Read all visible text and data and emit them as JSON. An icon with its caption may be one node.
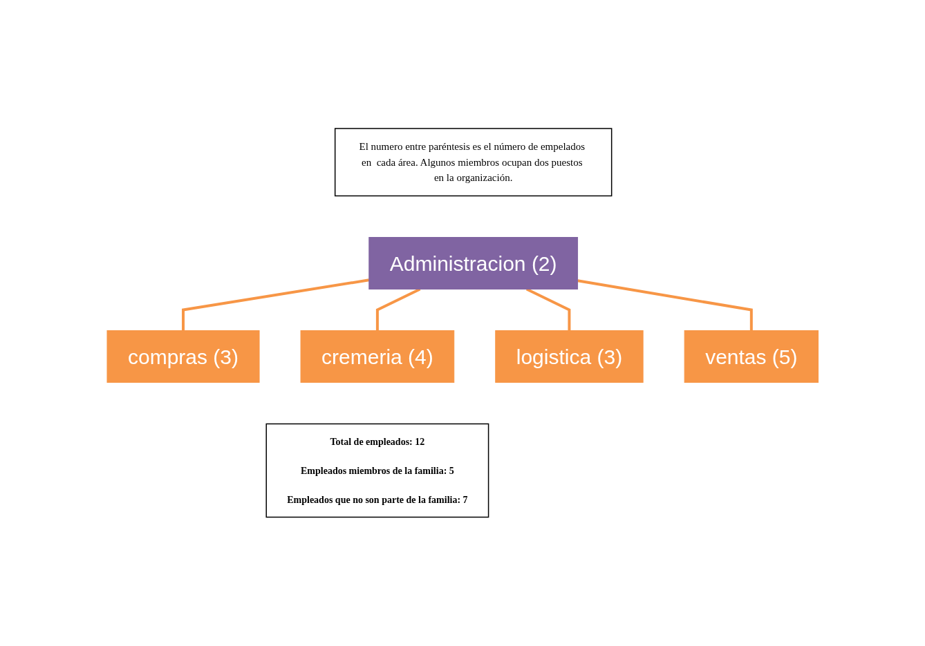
{
  "diagram": {
    "nodes": [
      {
        "text": [
          "El numero entre paréntesis es el número de empelados en  cada área. Algunos miembros ocupan dos puestos en la organización."
        ]
      },
      {
        "text": [
          "Administracion (2)"
        ]
      },
      {
        "text": [
          "compras (3)"
        ]
      },
      {
        "text": [
          "cremeria (4)"
        ]
      },
      {
        "text": [
          "logistica (3)"
        ]
      },
      {
        "text": [
          "ventas (5)"
        ]
      },
      {
        "text": [
          "Total de empleados: 12",
          "Empleados  miembros de la familia: 5",
          "Empleados  que no son parte de la  familia: 7"
        ]
      }
    ],
    "edges": [
      {
        "from": 1,
        "to": 2,
        "arrow": "none"
      },
      {
        "from": 1,
        "to": 3,
        "arrow": "none"
      },
      {
        "from": 1,
        "to": 4,
        "arrow": "none"
      },
      {
        "from": 1,
        "to": 5,
        "arrow": "none"
      }
    ]
  }
}
